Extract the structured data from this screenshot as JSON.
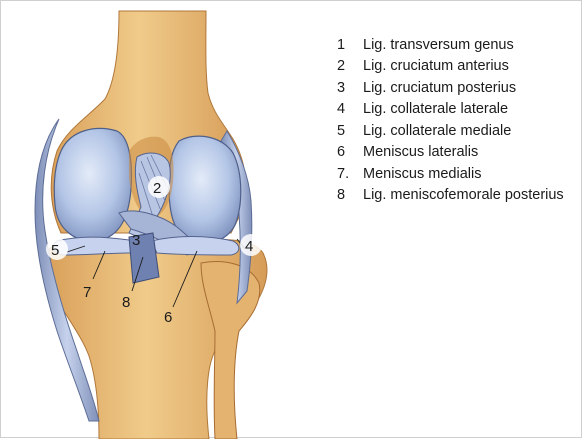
{
  "colors": {
    "bone": "#e9be7a",
    "bone_shadow": "#c98f4b",
    "cartilage": "#a9bde0",
    "cartilage_light": "#dbe5f5",
    "ligament": "#9aa9c9",
    "outline": "#4a3b2a"
  },
  "legend": [
    {
      "number": "1",
      "text": "Lig. transversum genus"
    },
    {
      "number": "2",
      "text": "Lig. cruciatum anterius"
    },
    {
      "number": "3",
      "text": "Lig. cruciatum posterius"
    },
    {
      "number": "4",
      "text": "Lig. collaterale laterale"
    },
    {
      "number": "5",
      "text": "Lig. collaterale mediale"
    },
    {
      "number": "6",
      "text": "Meniscus lateralis"
    },
    {
      "number": "7.",
      "text": "Meniscus medialis"
    },
    {
      "number": "8",
      "text": "Lig. meniscofemorale posterius"
    }
  ],
  "markers": {
    "m2": "2",
    "m3": "3",
    "m4": "4",
    "m5": "5",
    "m6": "6",
    "m7": "7",
    "m8": "8"
  }
}
